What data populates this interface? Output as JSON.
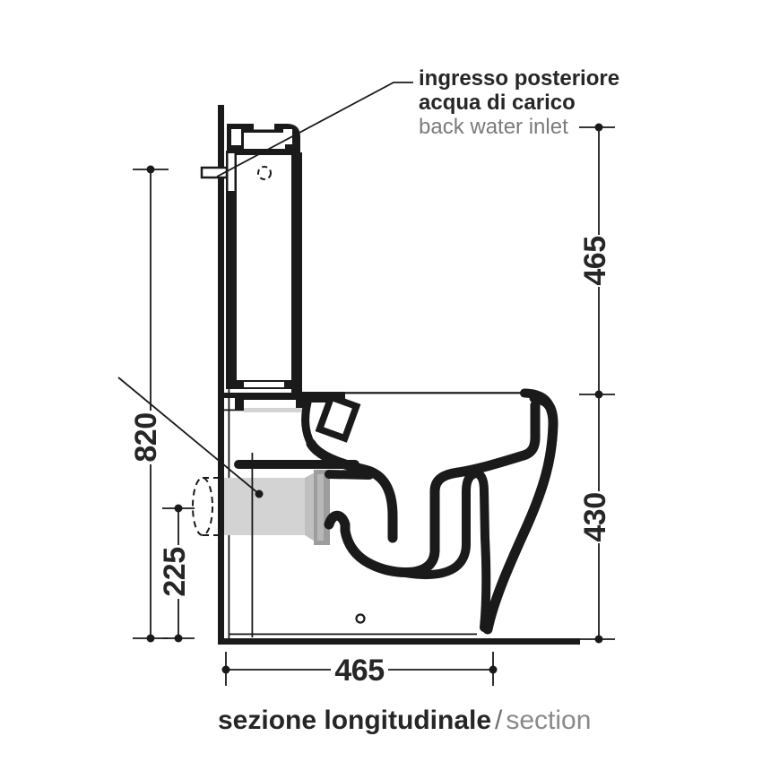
{
  "drawing": {
    "annotation": {
      "line1": "ingresso posteriore",
      "line2": "acqua di carico",
      "line3": "back water inlet"
    },
    "dimensions": {
      "right_upper": "465",
      "right_lower": "430",
      "left_height": "820",
      "outlet_height": "225",
      "depth": "465"
    },
    "caption": {
      "title": "sezione longitudinale",
      "separator": "/",
      "subtitle": "section"
    },
    "colors": {
      "line": "#1a1a1a",
      "text_primary": "#262626",
      "text_secondary": "#7b7b7b",
      "pipe_light": "#d3d3d3",
      "pipe_mid": "#c0c0c0",
      "pipe_dark": "#9d9d9d"
    }
  }
}
